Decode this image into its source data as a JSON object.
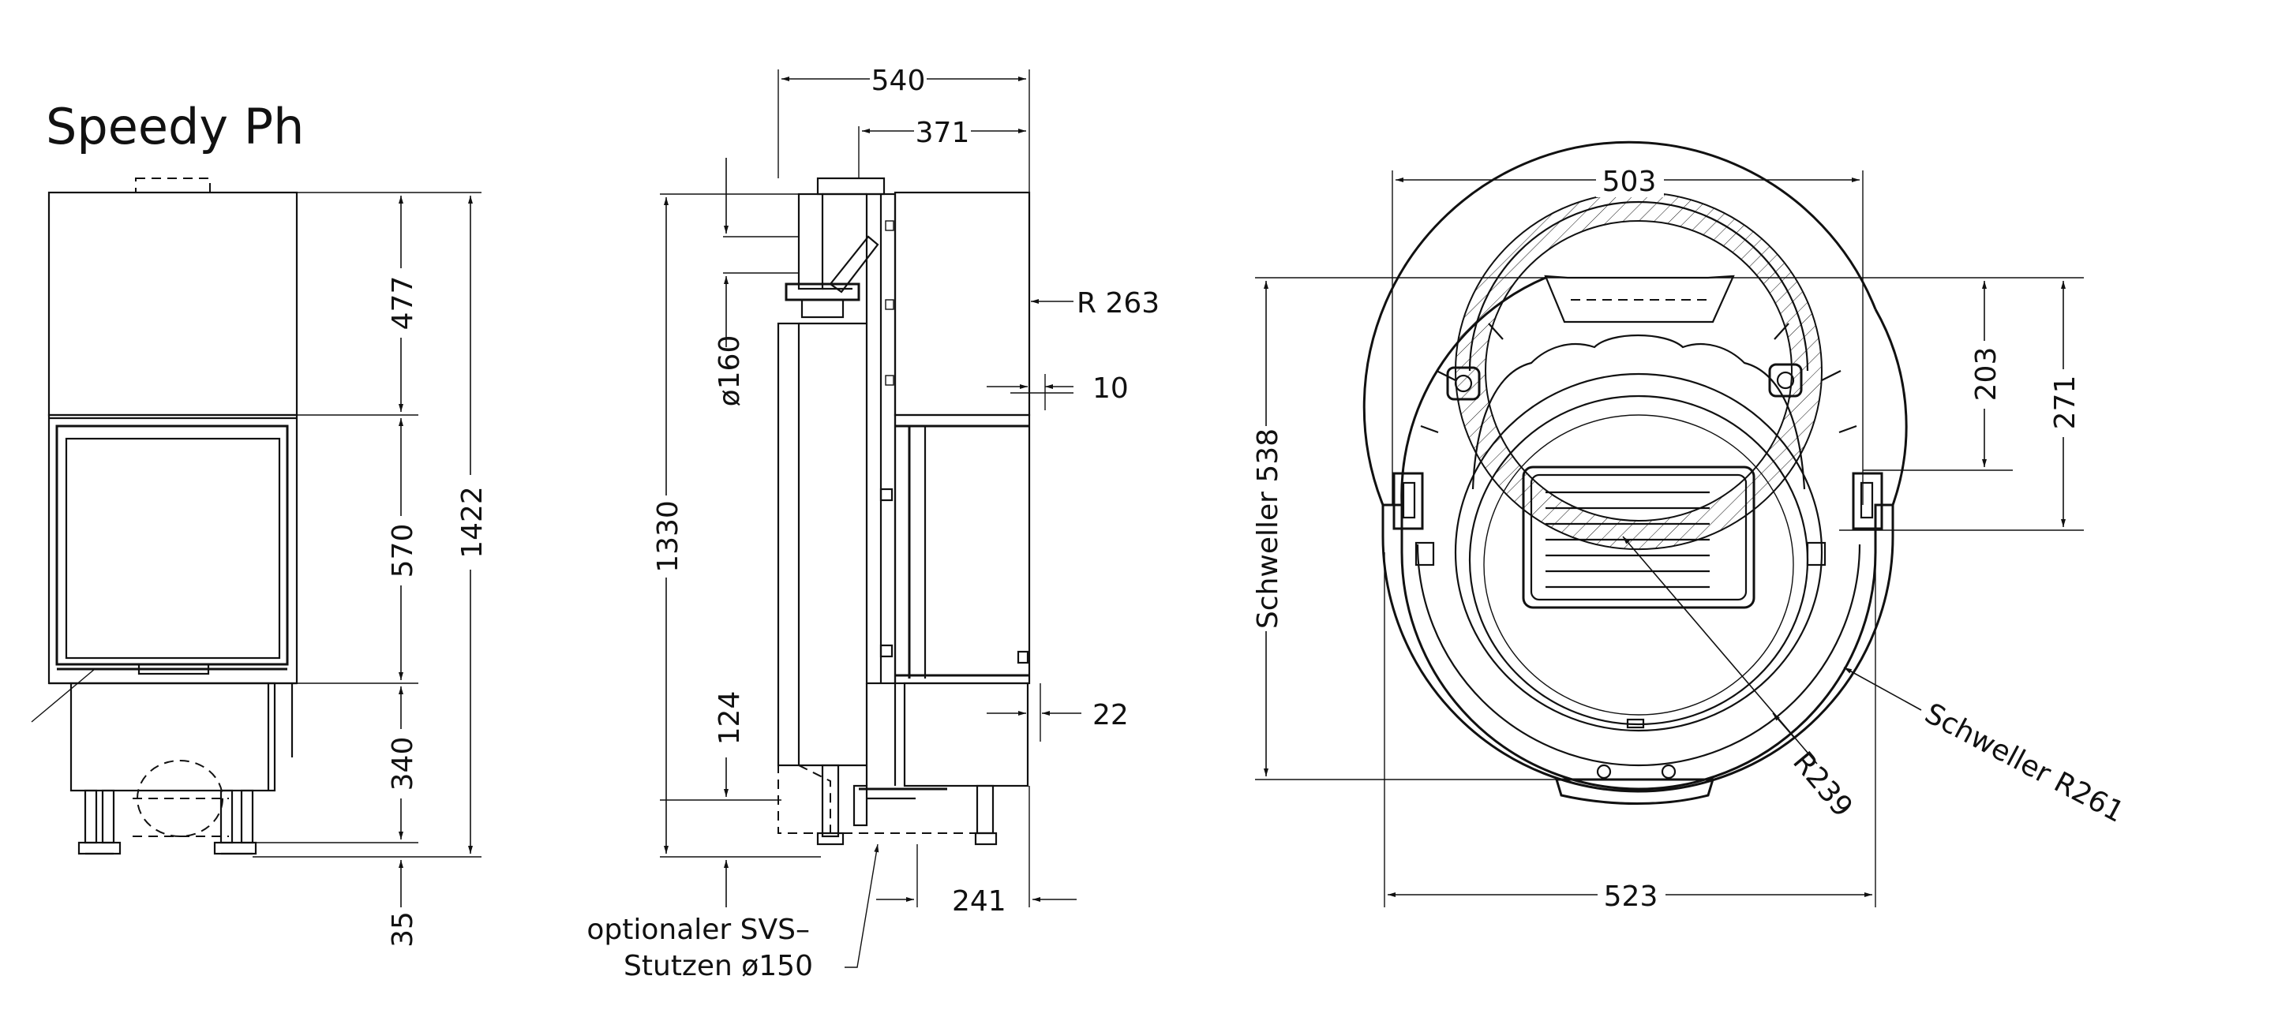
{
  "title": "Speedy Ph",
  "front_view": {
    "dims": {
      "d477": "477",
      "d570": "570",
      "d340": "340",
      "d35": "35",
      "d1422": "1422"
    }
  },
  "side_view": {
    "dims": {
      "d540": "540",
      "d371": "371",
      "r263": "R 263",
      "d10": "10",
      "d160": "ø160",
      "d1330": "1330",
      "d124": "124",
      "d22": "22",
      "d241": "241"
    },
    "note_line1": "optionaler SVS–",
    "note_line2": "Stutzen ø150"
  },
  "top_view": {
    "dims": {
      "d503": "503",
      "d523": "523",
      "d203": "203",
      "d271": "271",
      "schweller538": "Schweller  538",
      "r239": "R239",
      "schweller_r261": "Schweller  R261"
    }
  }
}
